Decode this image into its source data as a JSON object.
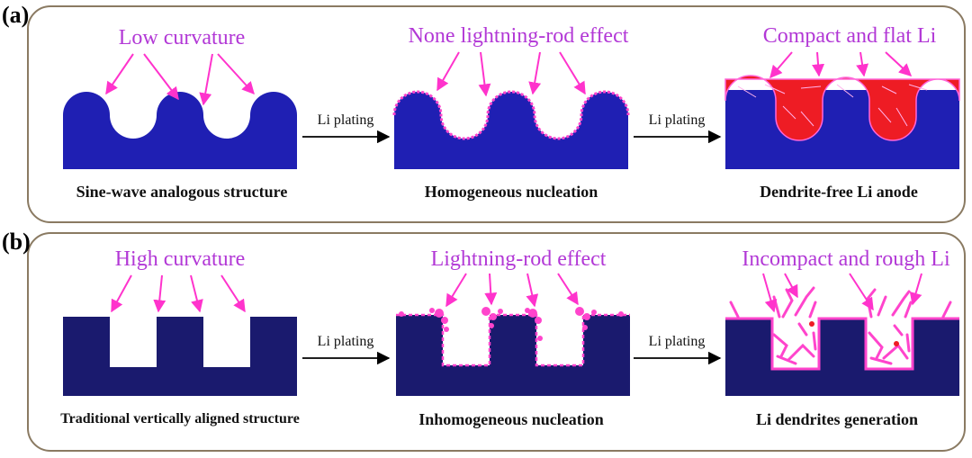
{
  "panel_a": {
    "tag": "(a)",
    "stage1": {
      "callout": "Low curvature",
      "caption": "Sine-wave analogous structure"
    },
    "step1": "Li plating",
    "stage2": {
      "callout": "None lightning-rod effect",
      "caption": "Homogeneous nucleation"
    },
    "step2": "Li plating",
    "stage3": {
      "callout": "Compact and flat Li",
      "caption": "Dendrite-free Li anode"
    }
  },
  "panel_b": {
    "tag": "(b)",
    "stage1": {
      "callout": "High curvature",
      "caption": "Traditional vertically aligned structure"
    },
    "step1": "Li plating",
    "stage2": {
      "callout": "Lightning-rod effect",
      "caption": "Inhomogeneous nucleation"
    },
    "step2": "Li plating",
    "stage3": {
      "callout": "Incompact and rough Li",
      "caption": "Li dendrites generation"
    }
  },
  "colors": {
    "substrate_a": "#1f1fb3",
    "substrate_b": "#1a1a6e",
    "lithium_red": "#ee1c24",
    "deposit_pink": "#ff44cc",
    "callout": "#b238d6",
    "frame": "#8a7a62"
  }
}
